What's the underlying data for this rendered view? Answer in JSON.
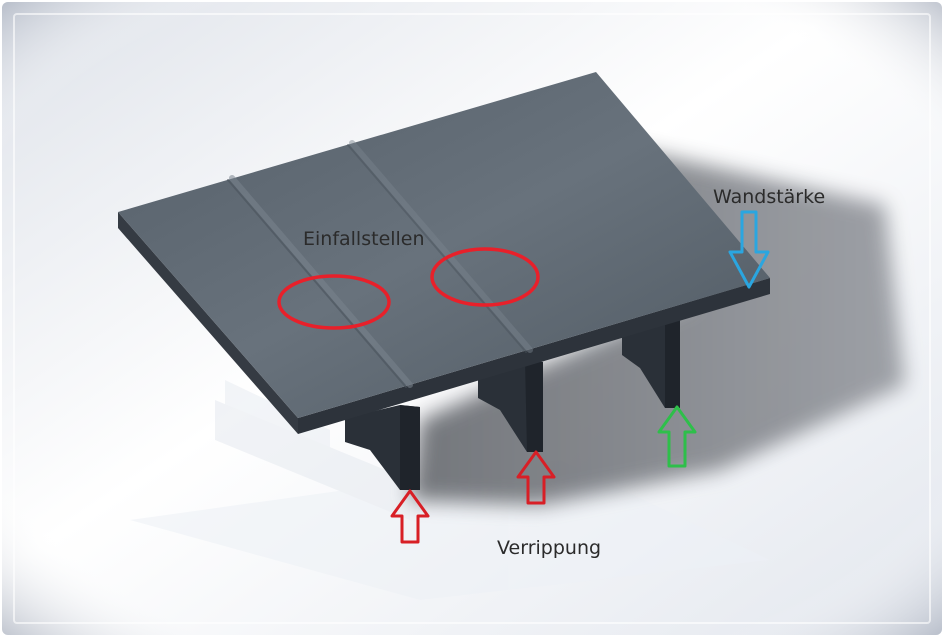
{
  "labels": {
    "sink_marks": "Einfallstellen",
    "wall_thickness": "Wandstärke",
    "ribbing": "Verrippung"
  },
  "colors": {
    "plate_top": "#5c6670",
    "plate_edge": "#2d333b",
    "rib": "#2a3038",
    "sink_circle": "#e8202a",
    "arrow_red": "#d81f26",
    "arrow_blue": "#2aa6e0",
    "arrow_green": "#2ebf4a"
  }
}
